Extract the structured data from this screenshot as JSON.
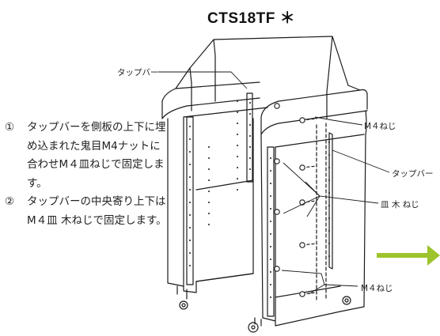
{
  "title": "CTS18TF ＊",
  "instructions": [
    {
      "number": "①",
      "text": "タップバーを側板の上下に埋め込まれた鬼目M4ナットに合わせM４皿ねじで固定します。"
    },
    {
      "number": "②",
      "text": "タップバーの中央寄り上下はM４皿 木ねじで固定します。"
    }
  ],
  "callouts": {
    "tap_bar_top": "タップバー",
    "m4_screw_top": "M４ねじ",
    "tap_bar_right": "タップバー",
    "flat_wood_screw": "皿 木 ねじ",
    "m4_screw_bottom": "M４ねじ"
  },
  "colors": {
    "arrow": "#9dc42c",
    "line": "#1a1a1a"
  }
}
